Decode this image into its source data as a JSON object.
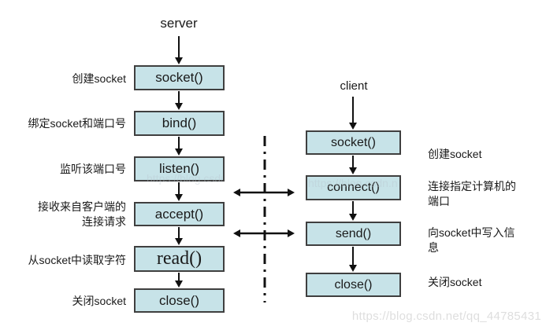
{
  "server": {
    "title": "server",
    "steps": [
      {
        "label": "socket()",
        "description": "创建socket"
      },
      {
        "label": "bind()",
        "description": "绑定socket和端口号"
      },
      {
        "label": "listen()",
        "description": "监听该端口号"
      },
      {
        "label": "accept()",
        "description": "接收来自客户端的\n连接请求"
      },
      {
        "label": "read()",
        "description": "从socket中读取字符"
      },
      {
        "label": "close()",
        "description": "关闭socket"
      }
    ]
  },
  "client": {
    "title": "client",
    "steps": [
      {
        "label": "socket()",
        "description": "创建socket"
      },
      {
        "label": "connect()",
        "description": "连接指定计算机的\n端口"
      },
      {
        "label": "send()",
        "description": "向socket中写入信\n息"
      },
      {
        "label": "close()",
        "description": "关闭socket"
      }
    ]
  },
  "watermark": "https://blog.csdn.net/qq_44785431",
  "colors": {
    "box_fill": "#c7e3e8",
    "box_border": "#3f3f3f",
    "arrow": "#111111",
    "watermark": "#dedede"
  }
}
